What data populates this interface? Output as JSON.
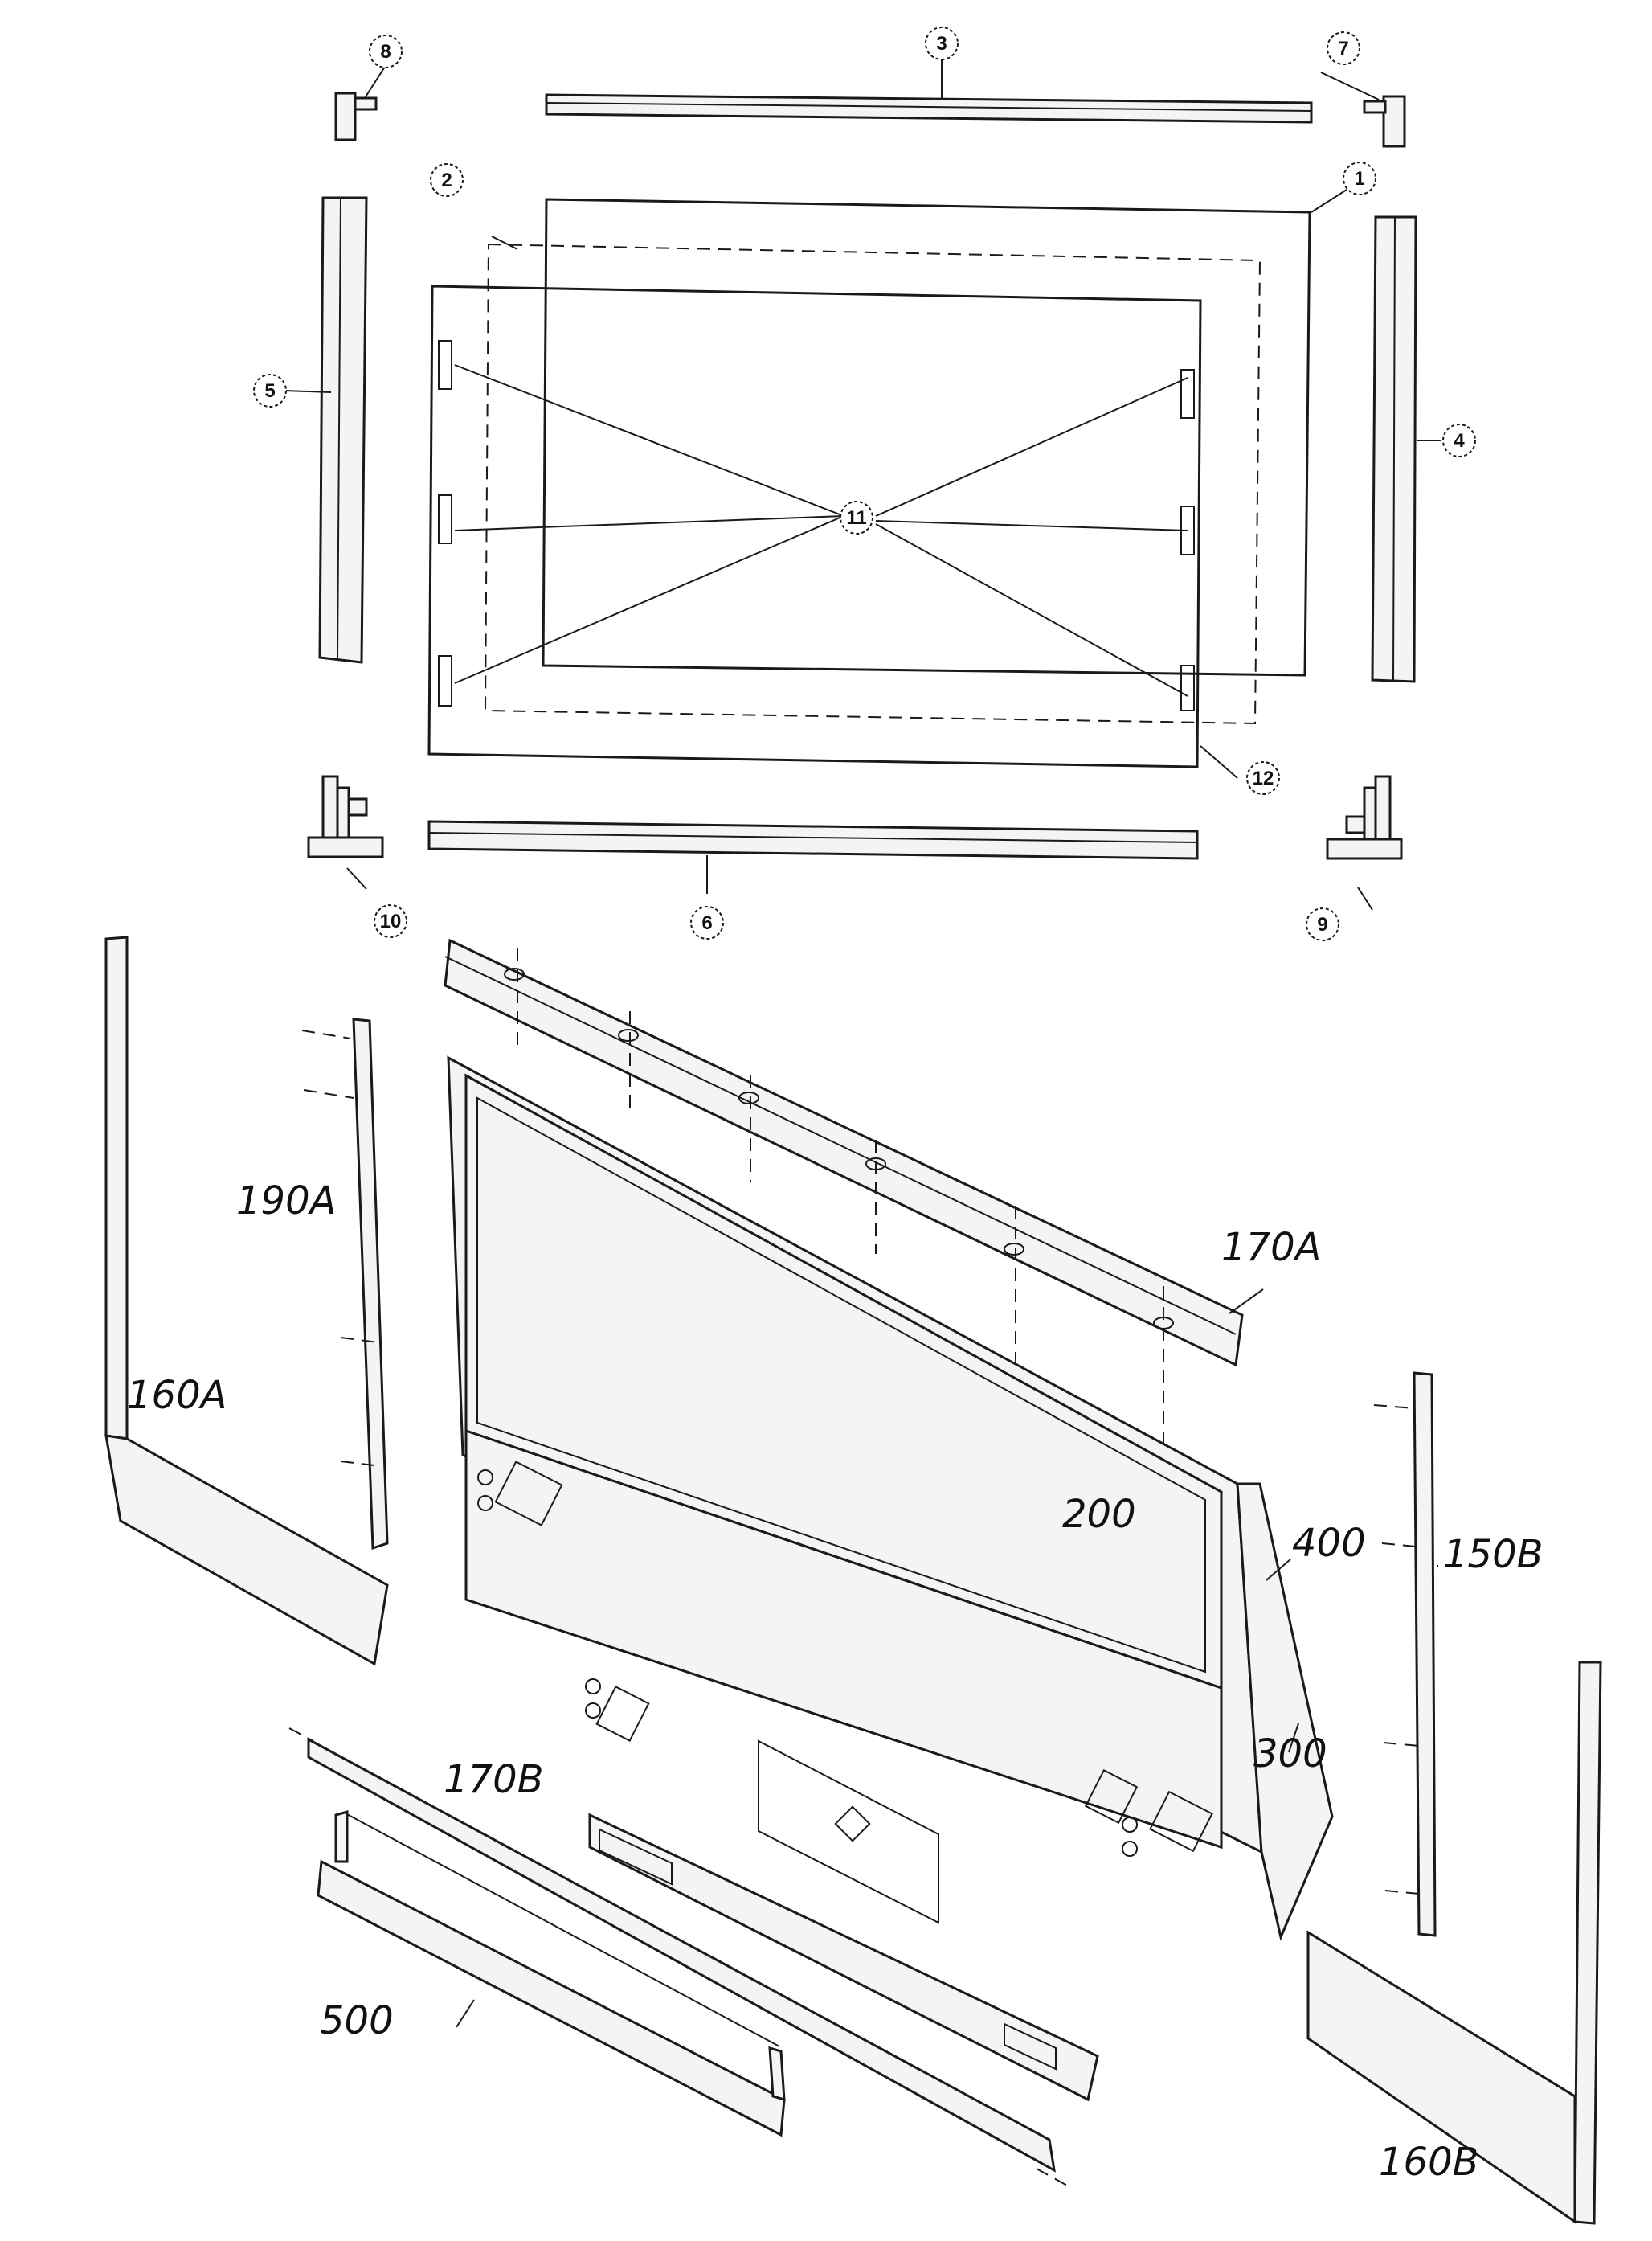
{
  "callouts": [
    "1",
    "2",
    "3",
    "4",
    "5",
    "6",
    "7",
    "8",
    "9",
    "10",
    "11",
    "12"
  ],
  "handwritten_labels": [
    "190A",
    "170A",
    "160A",
    "200",
    "400",
    "150B",
    "300",
    "170B",
    "500",
    "160B"
  ]
}
